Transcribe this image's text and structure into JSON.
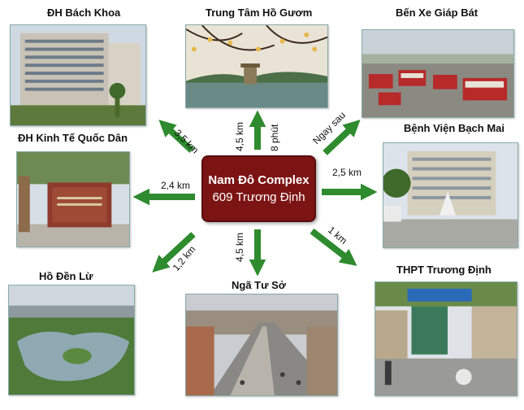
{
  "center": {
    "title": "Nam Đô Complex",
    "address": "609 Trương Định"
  },
  "places": [
    {
      "name": "ĐH Bách Khoa",
      "distance": "3,5 km"
    },
    {
      "name": "Trung Tâm Hồ Gươm",
      "distance": "4,5 km",
      "time": "8 phút"
    },
    {
      "name": "Bến Xe Giáp Bát",
      "distance": "Ngay sau"
    },
    {
      "name": "ĐH Kinh Tế Quốc Dân",
      "distance": "2,4 km"
    },
    {
      "name": "Bệnh Viện Bạch Mai",
      "distance": "2,5 km"
    },
    {
      "name": "Hồ Đền Lừ",
      "distance": "1,2 km"
    },
    {
      "name": "Ngã Tư Sở",
      "distance": "4,5 km"
    },
    {
      "name": "THPT Trương Định",
      "distance": "1 km"
    }
  ],
  "colors": {
    "arrow": "#2e8b2e",
    "center_box": "#7d1414"
  }
}
